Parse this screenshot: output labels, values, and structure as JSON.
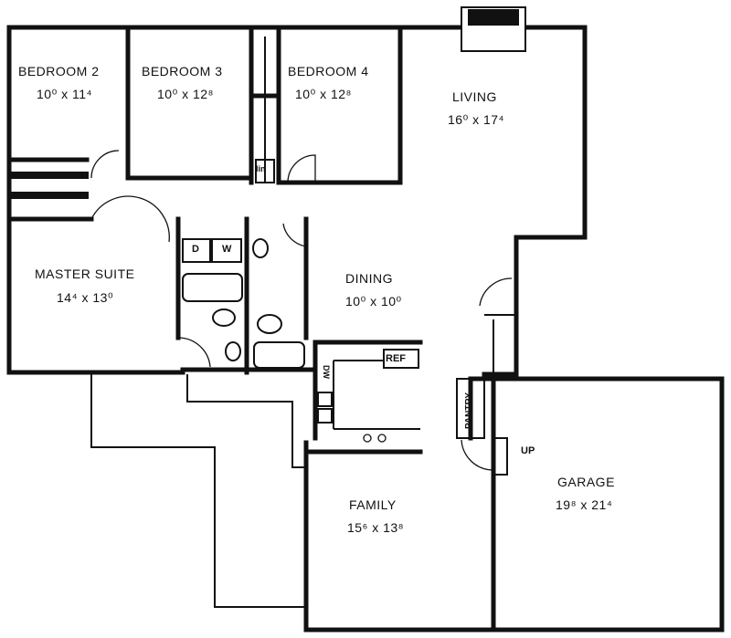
{
  "rooms": [
    {
      "name": "BEDROOM 2",
      "size": "10⁰ x 11⁴"
    },
    {
      "name": "BEDROOM 3",
      "size": "10⁰ x 12⁸"
    },
    {
      "name": "BEDROOM 4",
      "size": "10⁰ x 12⁸"
    },
    {
      "name": "LIVING",
      "size": "16⁰ x 17⁴"
    },
    {
      "name": "MASTER SUITE",
      "size": "14⁴ x 13⁰"
    },
    {
      "name": "DINING",
      "size": "10⁰ x 10⁰"
    },
    {
      "name": "FAMILY",
      "size": "15⁶ x 13⁸"
    },
    {
      "name": "GARAGE",
      "size": "19⁸ x 21⁴"
    }
  ],
  "fixtures": {
    "linen": "lin",
    "dryer": "D",
    "washer": "W",
    "dishwasher": "DW",
    "refrigerator": "REF",
    "pantry": "PANTRY",
    "stairs": "UP"
  }
}
